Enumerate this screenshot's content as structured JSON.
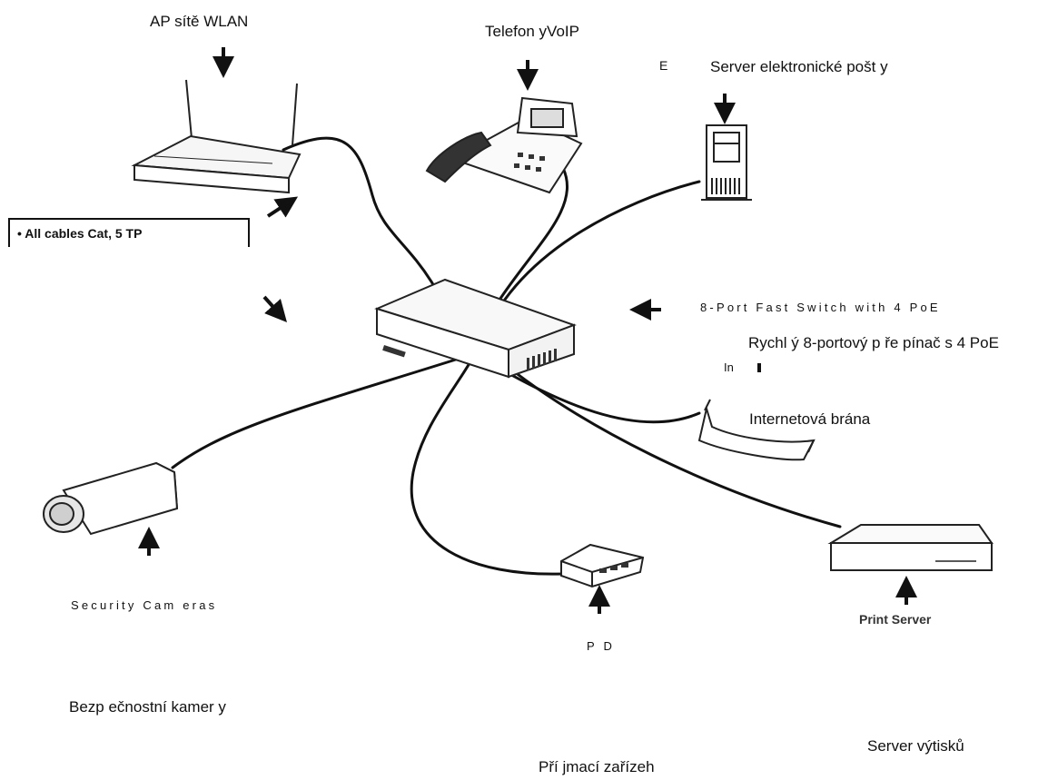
{
  "labels": {
    "ap_cz": "AP sítě WLAN",
    "voip_cz": "Telefon yVoIP",
    "mail_letter": "E",
    "mail_cz": "Server elektronické  pošt y",
    "switch_en": "8-Port Fast Switch with 4 PoE",
    "switch_cz": "Rychl ý 8-portový p ře pínač s 4 PoE",
    "gateway_frag": "In",
    "gateway_cz": "Internetová brána",
    "camera_en": "Security Cam eras",
    "camera_cz": "Bezp ečnostní kamer y",
    "pd_en": "P D",
    "pd_cz": "Pří jmací zařízeh",
    "print_en": "Print Server",
    "print_cz": "Server výtisků"
  },
  "note": {
    "text": "• All cables Cat, 5 TP"
  },
  "icons": [
    "wlan-router-icon",
    "voip-phone-icon",
    "mail-server-icon",
    "poe-switch-icon",
    "security-camera-icon",
    "powered-device-icon",
    "internet-gateway-icon",
    "print-server-icon",
    "arrow-icon"
  ]
}
